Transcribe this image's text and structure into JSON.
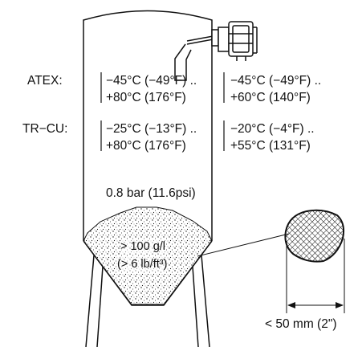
{
  "rows": [
    {
      "label": "ATEX:",
      "inner_line1": "−45°C (−49°F) ..",
      "inner_line2": "+80°C (176°F)",
      "outer_line1": "−45°C (−49°F) ..",
      "outer_line2": "+60°C (140°F)"
    },
    {
      "label": "TR−CU:",
      "inner_line1": "−25°C (−13°F) ..",
      "inner_line2": "+80°C (176°F)",
      "outer_line1": "−20°C (−4°F) ..",
      "outer_line2": "+55°C (131°F)"
    }
  ],
  "pressure": "0.8 bar (11.6psi)",
  "density_line1": "> 100 g/l",
  "density_line2": "(> 6 lb/ft³)",
  "grain_size": "< 50 mm (2\")",
  "colors": {
    "line": "#111111",
    "background": "#ffffff"
  }
}
